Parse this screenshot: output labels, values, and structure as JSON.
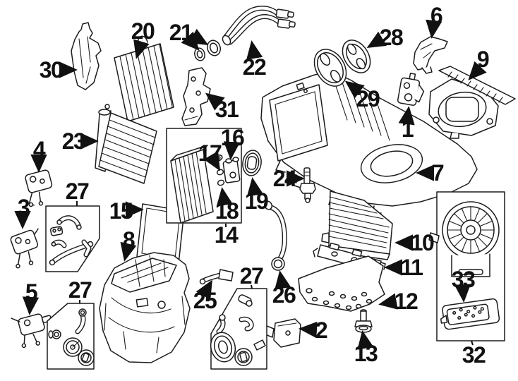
{
  "callouts": {
    "c1": "1",
    "c2": "2",
    "c3": "3",
    "c4": "4",
    "c5": "5",
    "c6": "6",
    "c7": "7",
    "c8": "8",
    "c9": "9",
    "c10": "10",
    "c11": "11",
    "c12": "12",
    "c13": "13",
    "c14": "14",
    "c15": "15",
    "c16": "16",
    "c17": "17",
    "c18": "18",
    "c19": "19",
    "c20": "20",
    "c21": "21",
    "c22": "22",
    "c23": "23",
    "c24": "24",
    "c25": "25",
    "c26": "26",
    "c27_upper": "27",
    "c27_lower_left": "27",
    "c27_bottom_middle": "27",
    "c28": "28",
    "c29": "29",
    "c30": "30",
    "c31": "31",
    "c32": "32",
    "c33": "33"
  },
  "colors": {
    "line": "#1c1c1c",
    "background": "#ffffff"
  }
}
